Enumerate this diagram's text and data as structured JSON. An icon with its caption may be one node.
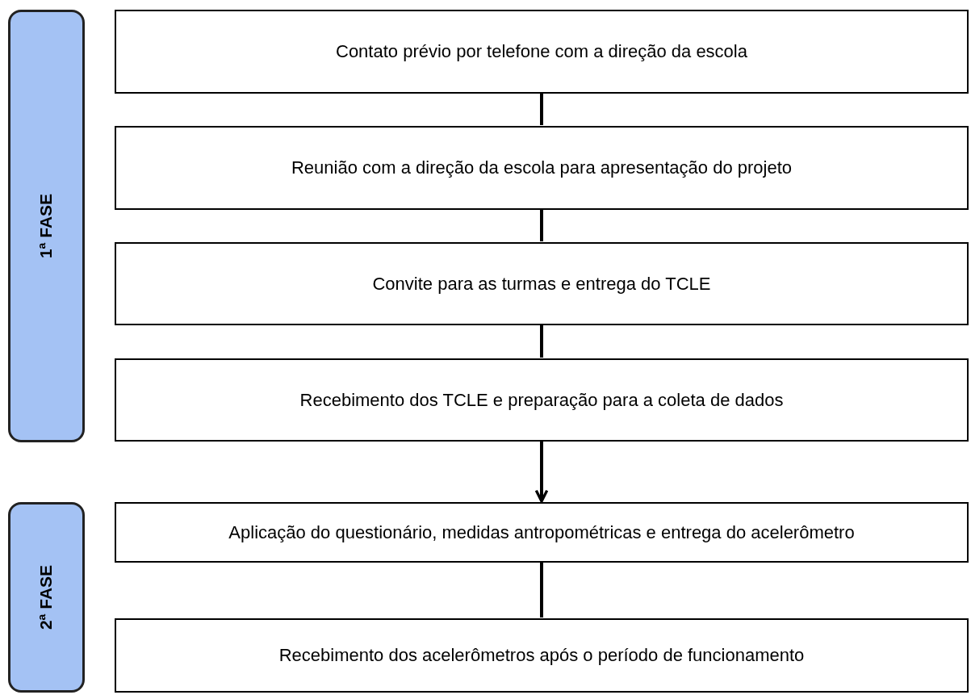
{
  "diagram": {
    "nodes": [
      {
        "text": [
          "1ª FASE"
        ]
      },
      {
        "text": [
          "Contato prévio por telefone com a direção da escola"
        ]
      },
      {
        "text": [
          "Reunião com a direção da escola para apresentação do projeto"
        ]
      },
      {
        "text": [
          "Convite para as turmas e entrega do TCLE"
        ]
      },
      {
        "text": [
          "Recebimento dos TCLE e preparação para a coleta de dados"
        ]
      },
      {
        "text": [
          "2ª FASE"
        ]
      },
      {
        "text": [
          "Aplicação do questionário, medidas antropométricas e entrega do acelerômetro"
        ]
      },
      {
        "text": [
          "Recebimento dos acelerômetros após o período de funcionamento"
        ]
      }
    ],
    "edges": [
      {
        "from": 1,
        "to": 2,
        "arrow": "none"
      },
      {
        "from": 2,
        "to": 3,
        "arrow": "none"
      },
      {
        "from": 3,
        "to": 4,
        "arrow": "none"
      },
      {
        "from": 4,
        "to": 6,
        "arrow": "to"
      },
      {
        "from": 6,
        "to": 7,
        "arrow": "none"
      }
    ]
  }
}
